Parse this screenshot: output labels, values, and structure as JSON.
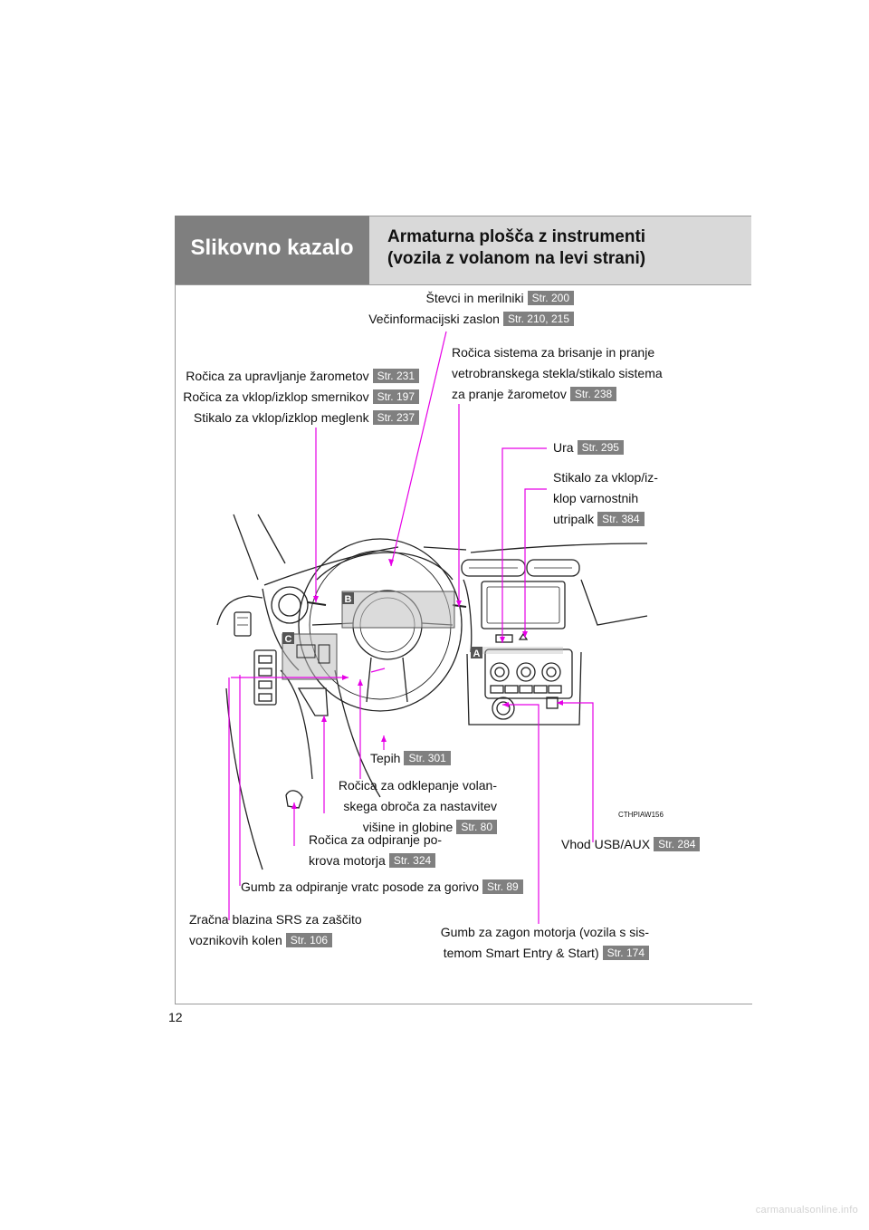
{
  "header": {
    "left_title": "Slikovno kazalo",
    "right_line1": "Armaturna plošča z instrumenti",
    "right_line2": "(vozila z volanom na levi strani)"
  },
  "callouts": {
    "stevci": {
      "text": "Števci in merilniki",
      "ref": "Str. 200"
    },
    "vecinf": {
      "text": "Večinformacijski zaslon",
      "ref": "Str. 210, 215"
    },
    "brisanje_l1": "Ročica sistema za brisanje in pranje",
    "brisanje_l2": "vetrobranskega stekla/stikalo sistema",
    "brisanje_l3": {
      "text": "za pranje žarometov",
      "ref": "Str. 238"
    },
    "zaromet": {
      "text": "Ročica za upravljanje žarometov",
      "ref": "Str. 231"
    },
    "smerniki": {
      "text": "Ročica za vklop/izklop smernikov",
      "ref": "Str. 197"
    },
    "meglenke": {
      "text": "Stikalo za vklop/izklop meglenk",
      "ref": "Str. 237"
    },
    "ura": {
      "text": "Ura",
      "ref": "Str. 295"
    },
    "utripalke_l1": "Stikalo za vklop/iz-",
    "utripalke_l2": "klop varnostnih",
    "utripalke_l3": {
      "text": "utripalk",
      "ref": "Str. 384"
    },
    "tepih": {
      "text": "Tepih",
      "ref": "Str. 301"
    },
    "volan_l1": "Ročica za odklepanje volan-",
    "volan_l2": "skega obroča za nastavitev",
    "volan_l3": {
      "text": "višine in globine",
      "ref": "Str. 80"
    },
    "pokrov_l1": "Ročica za odpiranje po-",
    "pokrov_l2": {
      "text": "krova motorja",
      "ref": "Str. 324"
    },
    "usb": {
      "text": "Vhod USB/AUX",
      "ref": "Str. 284"
    },
    "gorivo": {
      "text": "Gumb za odpiranje vratc posode za gorivo",
      "ref": "Str. 89"
    },
    "blazina_l1": "Zračna blazina SRS za zaščito",
    "blazina_l2": {
      "text": "voznikovih kolen",
      "ref": "Str. 106"
    },
    "zagon_l1": "Gumb za zagon motorja (vozila s sis-",
    "zagon_l2": {
      "text": "temom Smart Entry & Start)",
      "ref": "Str. 174"
    }
  },
  "figure": {
    "marker_a": "A",
    "marker_b": "B",
    "marker_c": "C",
    "code": "CTHPIAW156",
    "leader_color": "#e600e6"
  },
  "page_number": "12",
  "footer": "carmanualsonline.info"
}
